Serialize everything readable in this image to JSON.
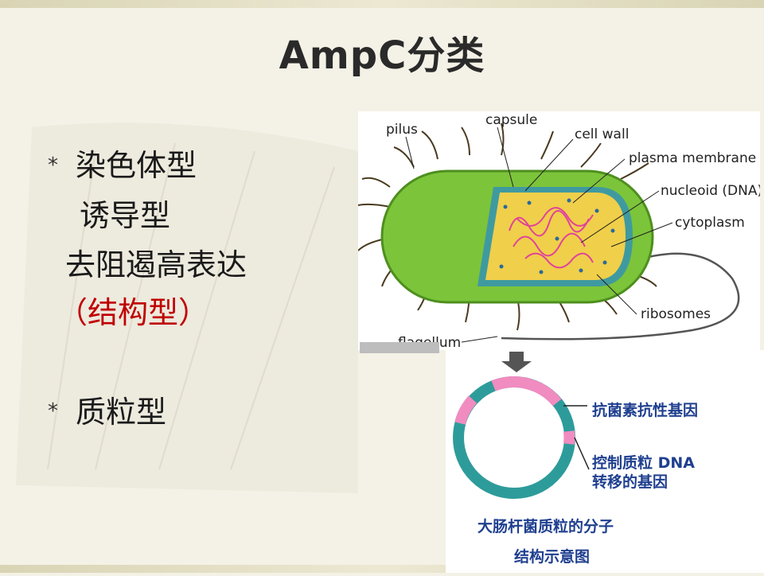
{
  "slide": {
    "title": "AmpC分类",
    "bullets": [
      {
        "marker": "*",
        "text": "染色体型"
      },
      {
        "marker": "*",
        "text": "质粒型"
      }
    ],
    "sub_items": [
      "诱导型",
      "去阻遏高表达",
      "（结构型）"
    ]
  },
  "cell_diagram": {
    "labels": {
      "pilus": "pilus",
      "capsule": "capsule",
      "cell_wall": "cell wall",
      "plasma_membrane": "plasma membrane",
      "nucleoid": "nucleoid (DNA)",
      "cytoplasm": "cytoplasm",
      "ribosomes": "ribosomes",
      "flagellum": "flagellum"
    }
  },
  "plasmid_diagram": {
    "label_resistance": "抗菌素抗性基因",
    "label_transfer_1": "控制质粒 DNA",
    "label_transfer_2": "转移的基因",
    "caption_1": "大肠杆菌质粒的分子",
    "caption_2": "结构示意图"
  },
  "colors": {
    "subitem_highlight": "#c00000",
    "cell_body": "#7cc43a",
    "plasmid_ring": "#2e9b9b",
    "plasmid_gene": "#f08cc0",
    "chinese_label": "#1f3f8f"
  }
}
